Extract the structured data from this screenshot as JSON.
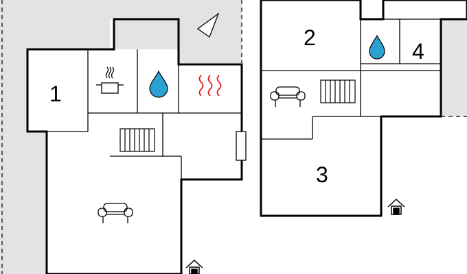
{
  "floor_plan": {
    "rooms": [
      {
        "id": "room-1",
        "label": "1"
      },
      {
        "id": "room-2",
        "label": "2"
      },
      {
        "id": "room-3",
        "label": "3"
      },
      {
        "id": "room-4",
        "label": "4"
      }
    ],
    "icons": [
      "cooking-pot-icon",
      "water-drop-icon",
      "sauna-heat-icon",
      "radiator-icon",
      "sofa-icon",
      "entrance-house-icon",
      "north-arrow-icon"
    ],
    "colors": {
      "terrace_fill": "#e3e3e3",
      "wall": "#000000",
      "water_drop": "#2aa1d0",
      "sauna_heat": "#e8191b",
      "background": "#ffffff"
    }
  }
}
